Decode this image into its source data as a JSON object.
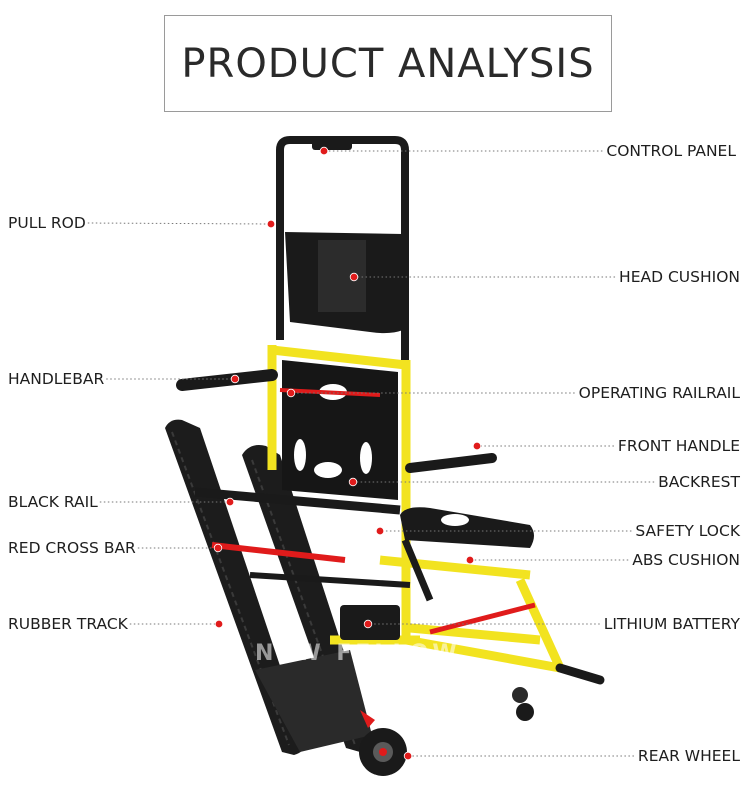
{
  "title": "PRODUCT ANALYSIS",
  "watermark": "NEW FELLOW",
  "accent_color": "#e01b1b",
  "frame_color": "#f2e320",
  "labels": [
    {
      "id": "control-panel",
      "text": "CONTROL PANEL"
    },
    {
      "id": "pull-rod",
      "text": "PULL ROD"
    },
    {
      "id": "head-cushion",
      "text": "HEAD CUSHION"
    },
    {
      "id": "handlebar",
      "text": "HANDLEBAR"
    },
    {
      "id": "operating-rail",
      "text": "OPERATING RAILRAIL"
    },
    {
      "id": "front-handle",
      "text": "FRONT HANDLE"
    },
    {
      "id": "backrest",
      "text": "BACKREST"
    },
    {
      "id": "black-rail",
      "text": "BLACK RAIL"
    },
    {
      "id": "safety-lock",
      "text": "SAFETY LOCK"
    },
    {
      "id": "red-cross-bar",
      "text": "RED CROSS BAR"
    },
    {
      "id": "abs-cushion",
      "text": "ABS CUSHION"
    },
    {
      "id": "rubber-track",
      "text": "RUBBER TRACK"
    },
    {
      "id": "lithium-battery",
      "text": "LITHIUM BATTERY"
    },
    {
      "id": "rear-wheel",
      "text": "REAR WHEEL"
    }
  ]
}
